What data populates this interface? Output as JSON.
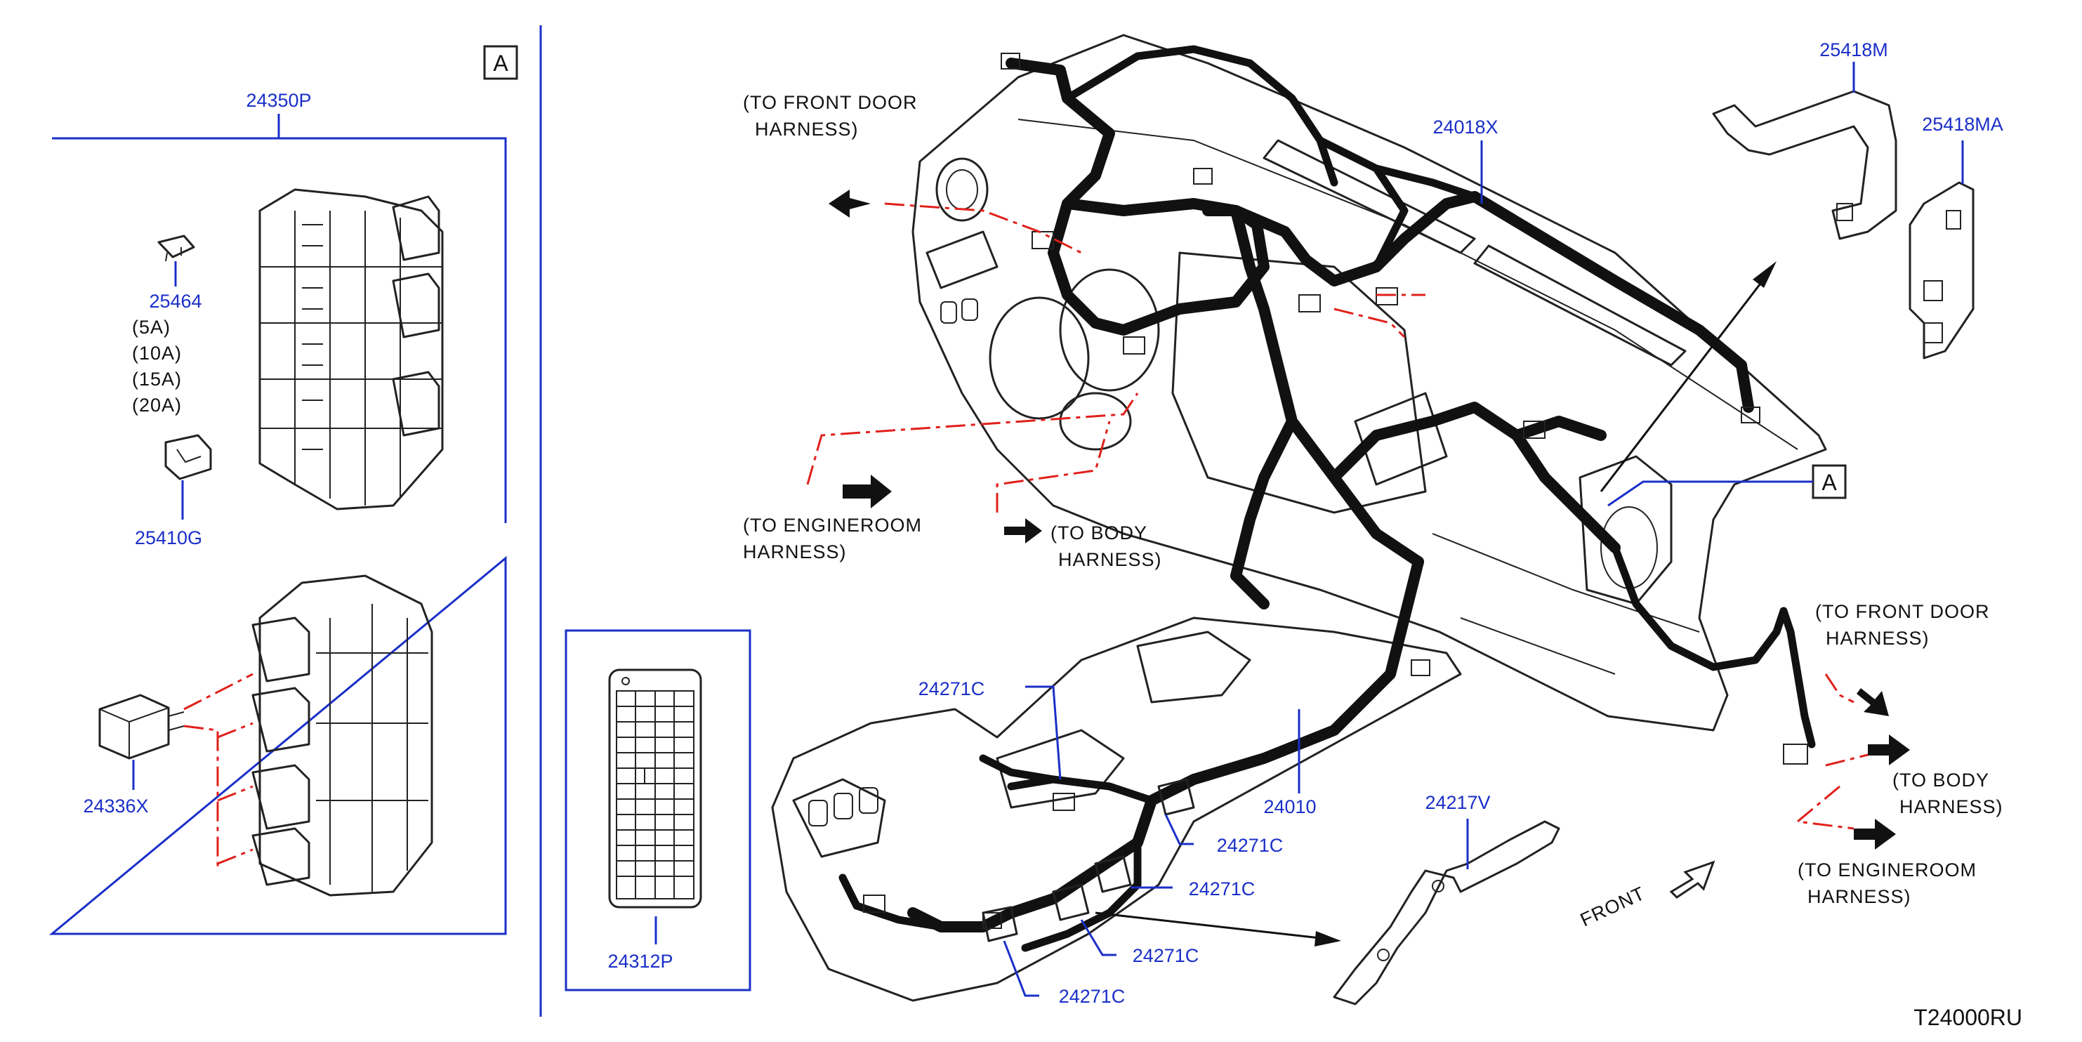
{
  "diagram": {
    "code": "T24000RU",
    "section_mark": "A",
    "front_label": "FRONT",
    "parts": {
      "p24350P": "24350P",
      "p25464": "25464",
      "p25464_ratings": [
        "(5A)",
        "(10A)",
        "(15A)",
        "(20A)"
      ],
      "p25410G": "25410G",
      "p24336X": "24336X",
      "p24312P": "24312P",
      "p24018X": "24018X",
      "p25418M": "25418M",
      "p25418MA": "25418MA",
      "p24010": "24010",
      "p24217V": "24217V",
      "p24271C": "24271C"
    },
    "notes": {
      "front_door_1": "(TO FRONT DOOR",
      "front_door_2": "HARNESS)",
      "engineroom_1": "(TO ENGINEROOM",
      "engineroom_2": "HARNESS)",
      "body_1": "(TO BODY",
      "body_2": "HARNESS)"
    }
  }
}
